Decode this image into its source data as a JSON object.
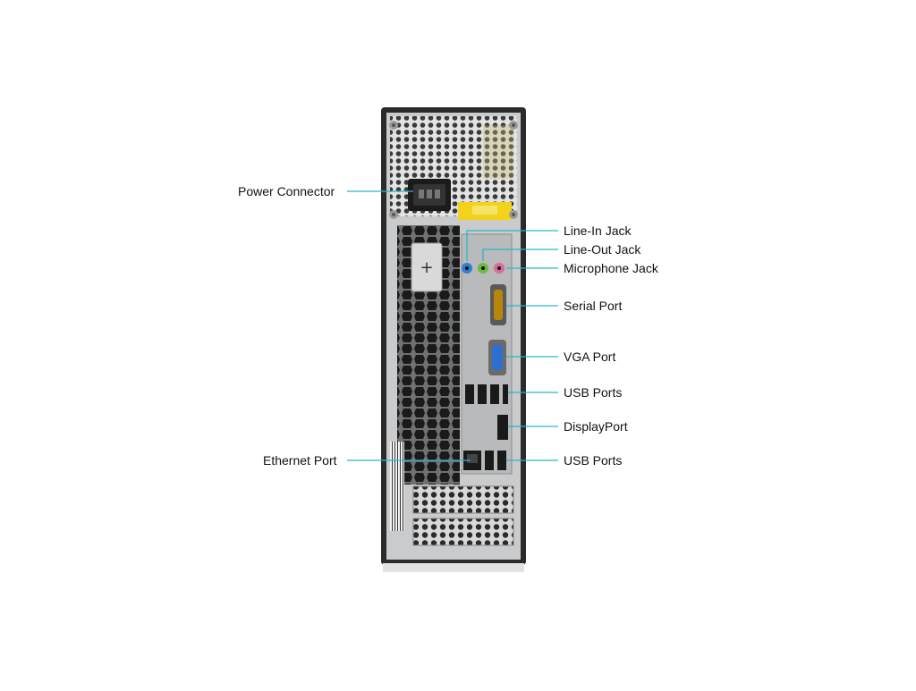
{
  "callouts": {
    "power_connector": "Power Connector",
    "line_in": "Line-In Jack",
    "line_out": "Line-Out Jack",
    "microphone": "Microphone Jack",
    "serial": "Serial Port",
    "vga": "VGA Port",
    "usb_upper": "USB Ports",
    "displayport": "DisplayPort",
    "ethernet": "Ethernet Port",
    "usb_lower": "USB Ports"
  },
  "colors": {
    "leader_line": "#2ab7c9",
    "chassis_dark": "#2b2b2b",
    "chassis_metal": "#c9cbcc",
    "io_plate": "#b8babb",
    "jack_blue": "#2f7fd1",
    "jack_green": "#6fba3a",
    "jack_pink": "#d86c9a",
    "label_sticker": "#f2d21a"
  }
}
